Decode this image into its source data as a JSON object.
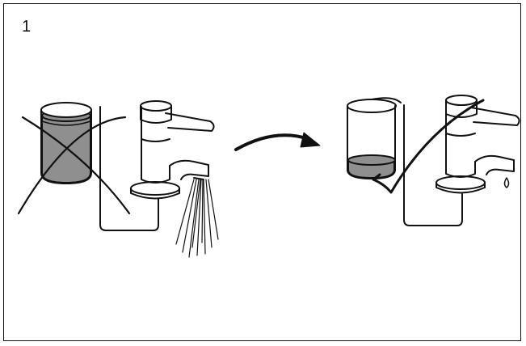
{
  "step_label": "1",
  "colors": {
    "line": "#111111",
    "water": "#8f8f8f",
    "background": "#ffffff"
  },
  "panels": {
    "wrong": {
      "mark": "cross-mark",
      "description_icon": "running-faucet-icon"
    },
    "right": {
      "mark": "check-mark",
      "description_icon": "dripping-faucet-icon"
    }
  },
  "arrow": "arrow-right-icon"
}
